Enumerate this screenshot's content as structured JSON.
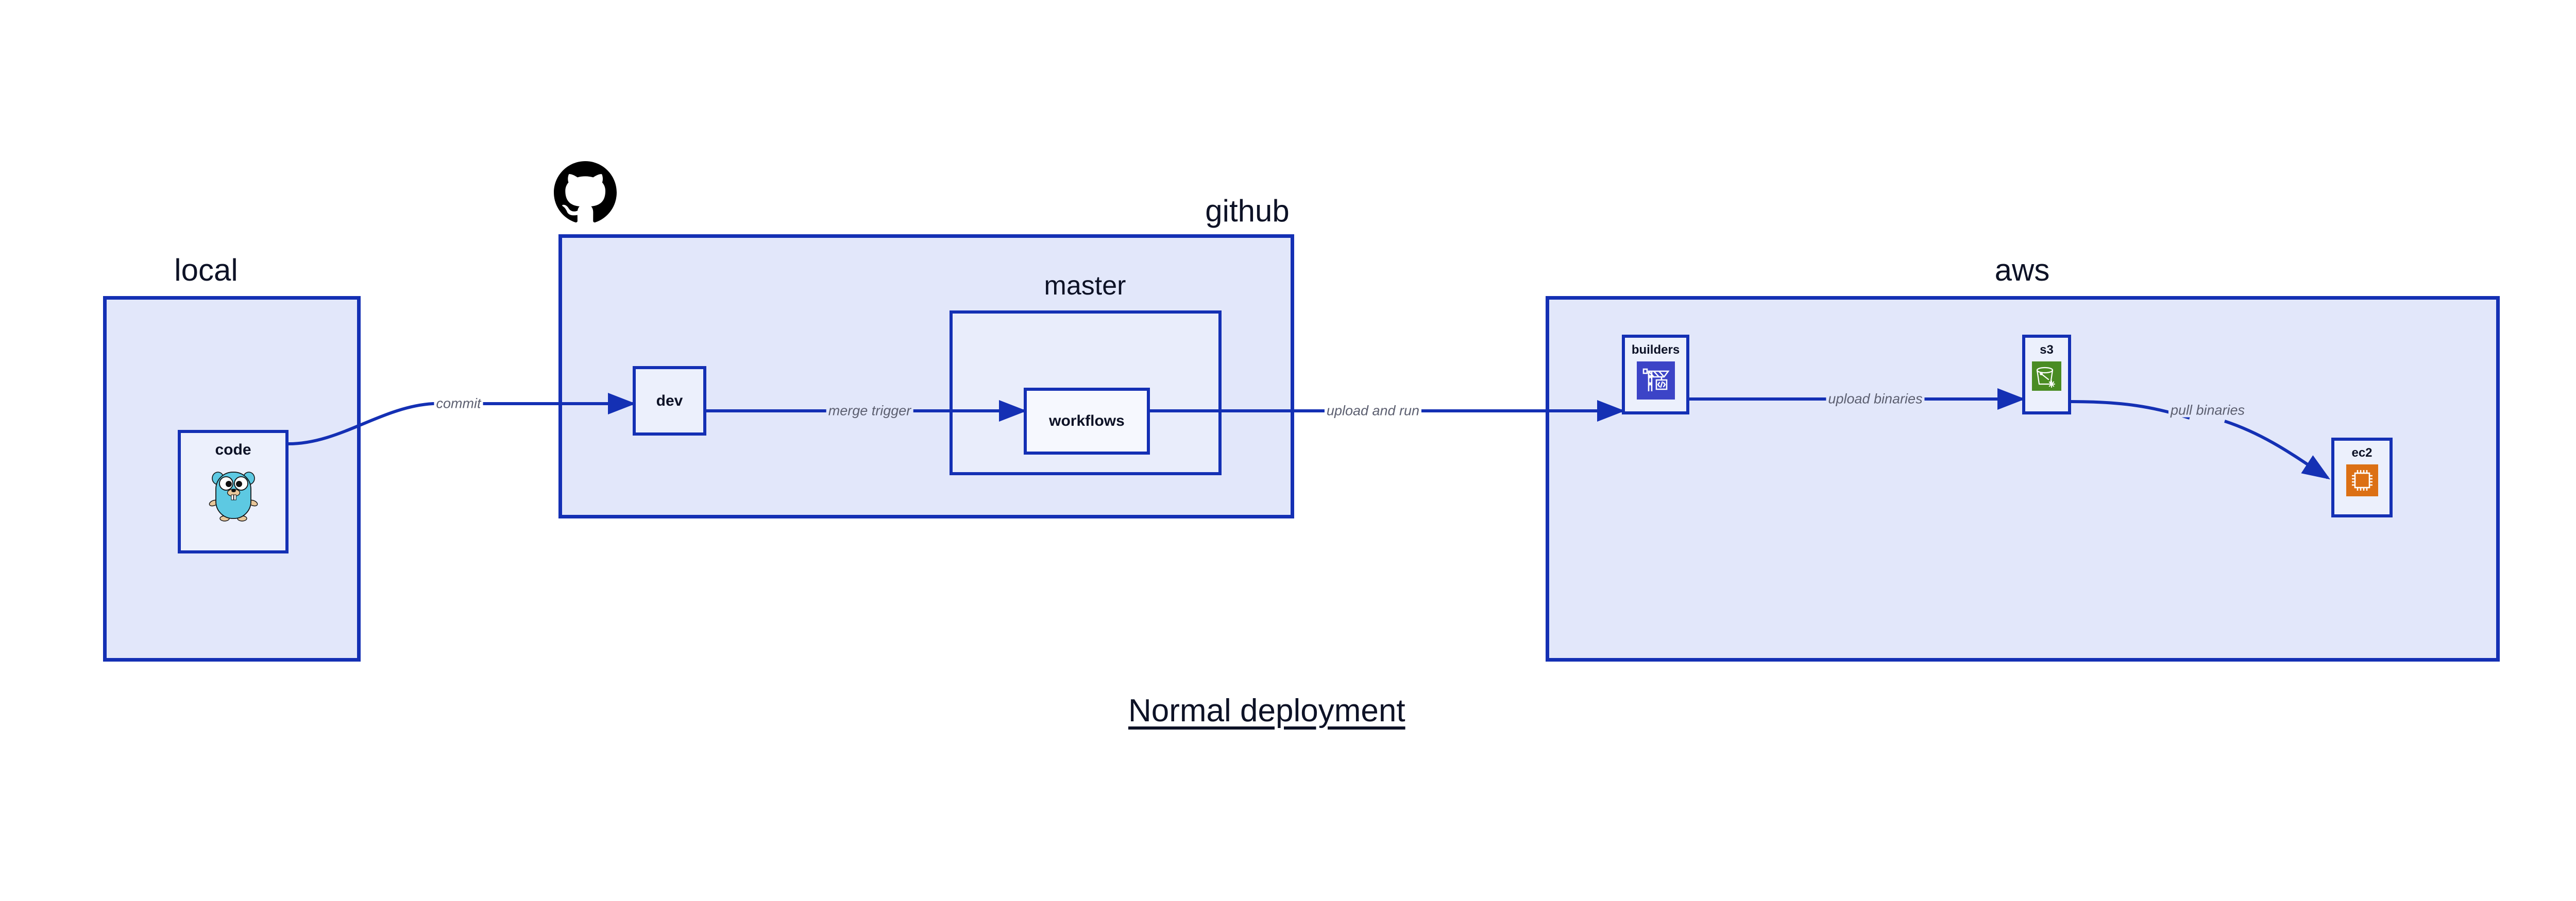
{
  "diagram": {
    "title": "Normal deployment",
    "background_color": "#ffffff",
    "accent_color": "#1430b4",
    "group_fill": "#e2e7fa",
    "node_fill": "#ecf0fc",
    "label_color": "#0d1226",
    "edge_label_color": "#5c5f70"
  },
  "groups": [
    {
      "id": "local",
      "label": "local"
    },
    {
      "id": "github",
      "label": "github"
    },
    {
      "id": "master",
      "label": "master"
    },
    {
      "id": "aws",
      "label": "aws"
    }
  ],
  "nodes": [
    {
      "id": "code",
      "label": "code",
      "icon": "go-gopher-icon",
      "icon_color": "#5dc9e2"
    },
    {
      "id": "dev",
      "label": "dev",
      "icon": "none",
      "icon_color": ""
    },
    {
      "id": "workflows",
      "label": "workflows",
      "icon": "none",
      "icon_color": ""
    },
    {
      "id": "builders",
      "label": "builders",
      "icon": "aws-codebuild-icon",
      "icon_color": "#3c44c7"
    },
    {
      "id": "s3",
      "label": "s3",
      "icon": "aws-s3-glacier-icon",
      "icon_color": "#4a8c23"
    },
    {
      "id": "ec2",
      "label": "ec2",
      "icon": "aws-ec2-icon",
      "icon_color": "#dc7014"
    }
  ],
  "edges": [
    {
      "id": "commit",
      "label": "commit",
      "from": "code",
      "to": "dev"
    },
    {
      "id": "merge-trigger",
      "label": "merge trigger",
      "from": "dev",
      "to": "workflows"
    },
    {
      "id": "upload-run",
      "label": "upload and run",
      "from": "workflows",
      "to": "builders"
    },
    {
      "id": "upload-bin",
      "label": "upload binaries",
      "from": "builders",
      "to": "s3"
    },
    {
      "id": "pull-bin",
      "label": "pull binaries",
      "from": "s3",
      "to": "ec2"
    }
  ],
  "brand_marks": [
    {
      "id": "github-logo",
      "name": "github-octocat-icon",
      "color": "#000000"
    }
  ]
}
